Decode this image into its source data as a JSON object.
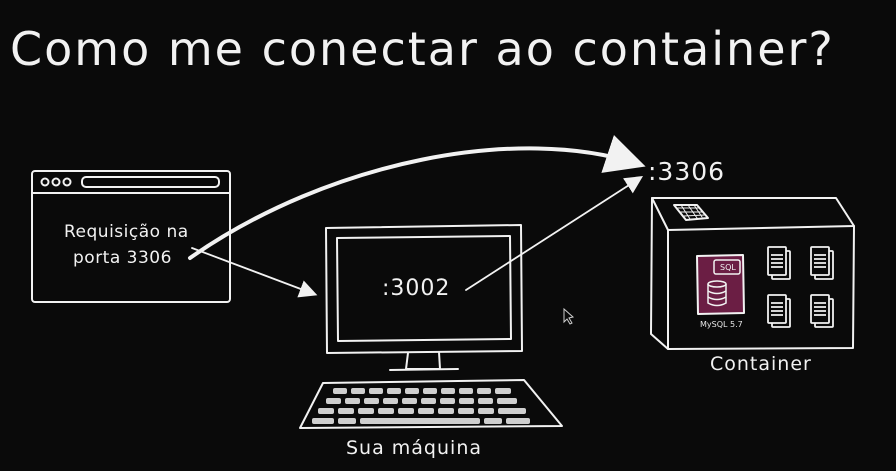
{
  "title": "Como me conectar ao container?",
  "browser_window": {
    "request_line1": "Requisição na",
    "request_line2": "porta 3306"
  },
  "ports": {
    "container_port": ":3306",
    "host_port": ":3002"
  },
  "container": {
    "label": "Container",
    "db_badge": "SQL",
    "db_name": "MySQL 5.7"
  },
  "machine": {
    "label": "Sua máquina"
  },
  "colors": {
    "background": "#0a0a0a",
    "stroke": "#f2f2f2",
    "db_icon": "#6b1e44"
  }
}
